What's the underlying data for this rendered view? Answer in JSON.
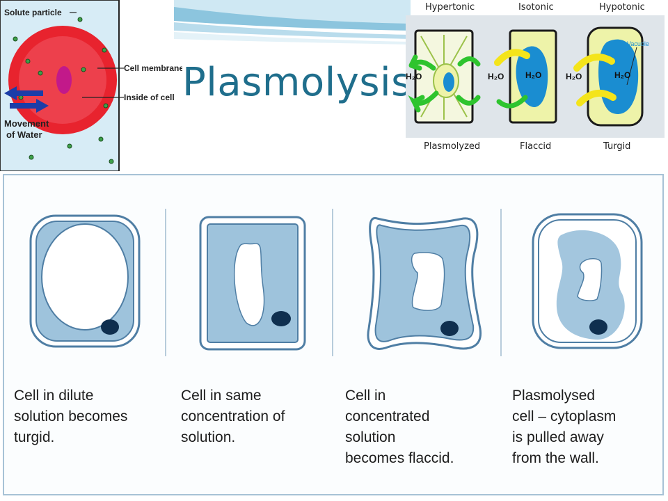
{
  "slide": {
    "title": "Plasmolysis"
  },
  "solute_diagram": {
    "label_solute": "Solute particle",
    "label_membrane": "Cell membrane",
    "label_inside": "Inside of cell",
    "label_movement_1": "Movement",
    "label_movement_2": "of Water",
    "colors": {
      "background": "#d7ecf6",
      "cell": "#e8232e",
      "nucleus": "#c2198a",
      "arrow": "#1b3da8"
    }
  },
  "tonicity_diagram": {
    "columns": [
      {
        "top": "Hypertonic",
        "bottom": "Plasmolyzed"
      },
      {
        "top": "Isotonic",
        "bottom": "Flaccid"
      },
      {
        "top": "Hypotonic",
        "bottom": "Turgid"
      }
    ],
    "water_label": "H₂O",
    "vacuole_label": "Vacuole",
    "colors": {
      "background": "#dfe5ea",
      "cytoplasm": "#eef3a9",
      "vacuole": "#1a8dd1",
      "arrow_out": "#2ec42e",
      "arrow_in": "#f4e41a"
    }
  },
  "cell_states": {
    "captions": [
      [
        "Cell in dilute",
        "solution becomes",
        "turgid."
      ],
      [
        "Cell in same",
        "concentration of",
        "solution."
      ],
      [
        "Cell in",
        "concentrated",
        "solution",
        "becomes flaccid."
      ],
      [
        "Plasmolysed",
        "cell – cytoplasm",
        "is pulled away",
        "from the wall."
      ]
    ],
    "colors": {
      "cytoplasm": "#9ec3dc",
      "wall": "#4f7ea4",
      "nucleus": "#0f2f4f"
    }
  }
}
